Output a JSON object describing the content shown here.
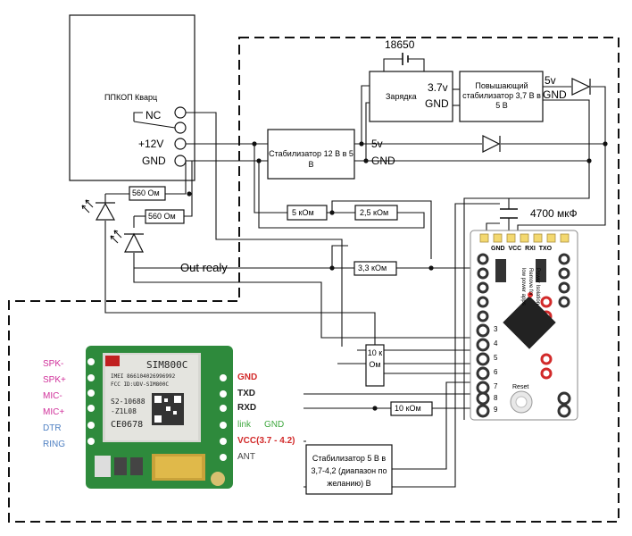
{
  "blocks": {
    "alarm_panel": {
      "title": "ППКОП Кварц",
      "nc": "NC",
      "plus12v": "+12V",
      "gnd": "GND"
    },
    "battery": "18650",
    "charger": {
      "title": "Зарядка",
      "v37": "3.7v",
      "gnd": "GND"
    },
    "booster": {
      "title": "Повышающий стабилизатор 3,7 В в 5 В",
      "v5": "5v",
      "gnd": "GND"
    },
    "reg12": {
      "title": "Стабилизатор 12 В в 5 В",
      "v5": "5v",
      "gnd": "GND"
    },
    "reg5": {
      "title": "Стабилизатор 5 В в 3,7-4,2 (диапазон по желанию) В"
    }
  },
  "components": {
    "r560_1": "560 Ом",
    "r560_2": "560 Ом",
    "r5k": "5 кОм",
    "r2_5k": "2,5 кОм",
    "r3_3k": "3,3 кОм",
    "r10k_v": "10 кОм",
    "r10k_h": "10 кОм",
    "cap": "4700 мкФ",
    "out_relay": "Out realy"
  },
  "sim_module": {
    "chip": "SIM800C",
    "imei": "IMEI 866104026996992",
    "fcc": "FCC ID:UDV-SIM800C",
    "code1": "S2-10688",
    "code2": "-Z1L08",
    "ce": "CE0678",
    "left_pins": [
      "SPK-",
      "SPK+",
      "MIC-",
      "MIC+",
      "DTR",
      "RING"
    ],
    "right_pins": {
      "gnd": "GND",
      "txd": "TXD",
      "rxd": "RXD",
      "link": "link",
      "gnd2": "GND",
      "vcc": "VCC(3.7 - 4.2)",
      "ant": "ANT"
    }
  },
  "arduino": {
    "top_pins": [
      "GND",
      "VCC",
      "RXI",
      "TXO"
    ],
    "side_text": [
      "Power Isolation",
      "Remove for",
      "low power apps"
    ],
    "pins_left": [
      "3",
      "4",
      "5",
      "6",
      "7",
      "8",
      "9"
    ],
    "reset": "Reset"
  },
  "colors": {
    "wire": "#111111",
    "pcb": "#2e8a3c",
    "pin_pink": "#d0309a",
    "pin_blue": "#4e7fc2",
    "pin_red": "#d22a2a",
    "pin_green": "#3fa83f"
  }
}
